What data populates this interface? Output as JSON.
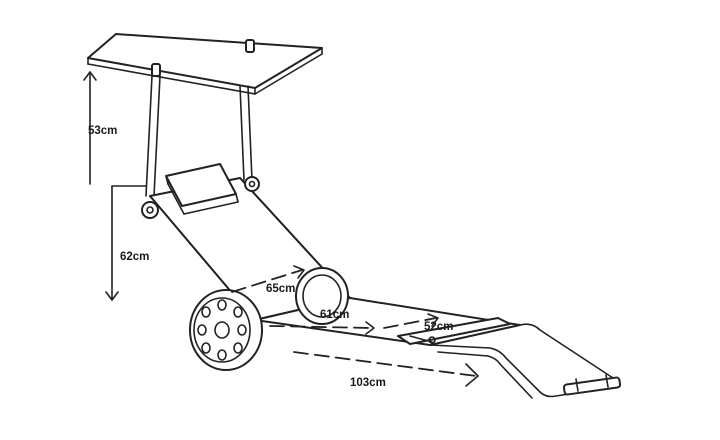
{
  "dimensions": {
    "canopy_height": "53cm",
    "backrest_height": "62cm",
    "backrest_length": "65cm",
    "seat_length": "61cm",
    "footrest_length": "52cm",
    "total_length": "103cm"
  },
  "colors": {
    "line": "#222222",
    "background": "#ffffff"
  }
}
